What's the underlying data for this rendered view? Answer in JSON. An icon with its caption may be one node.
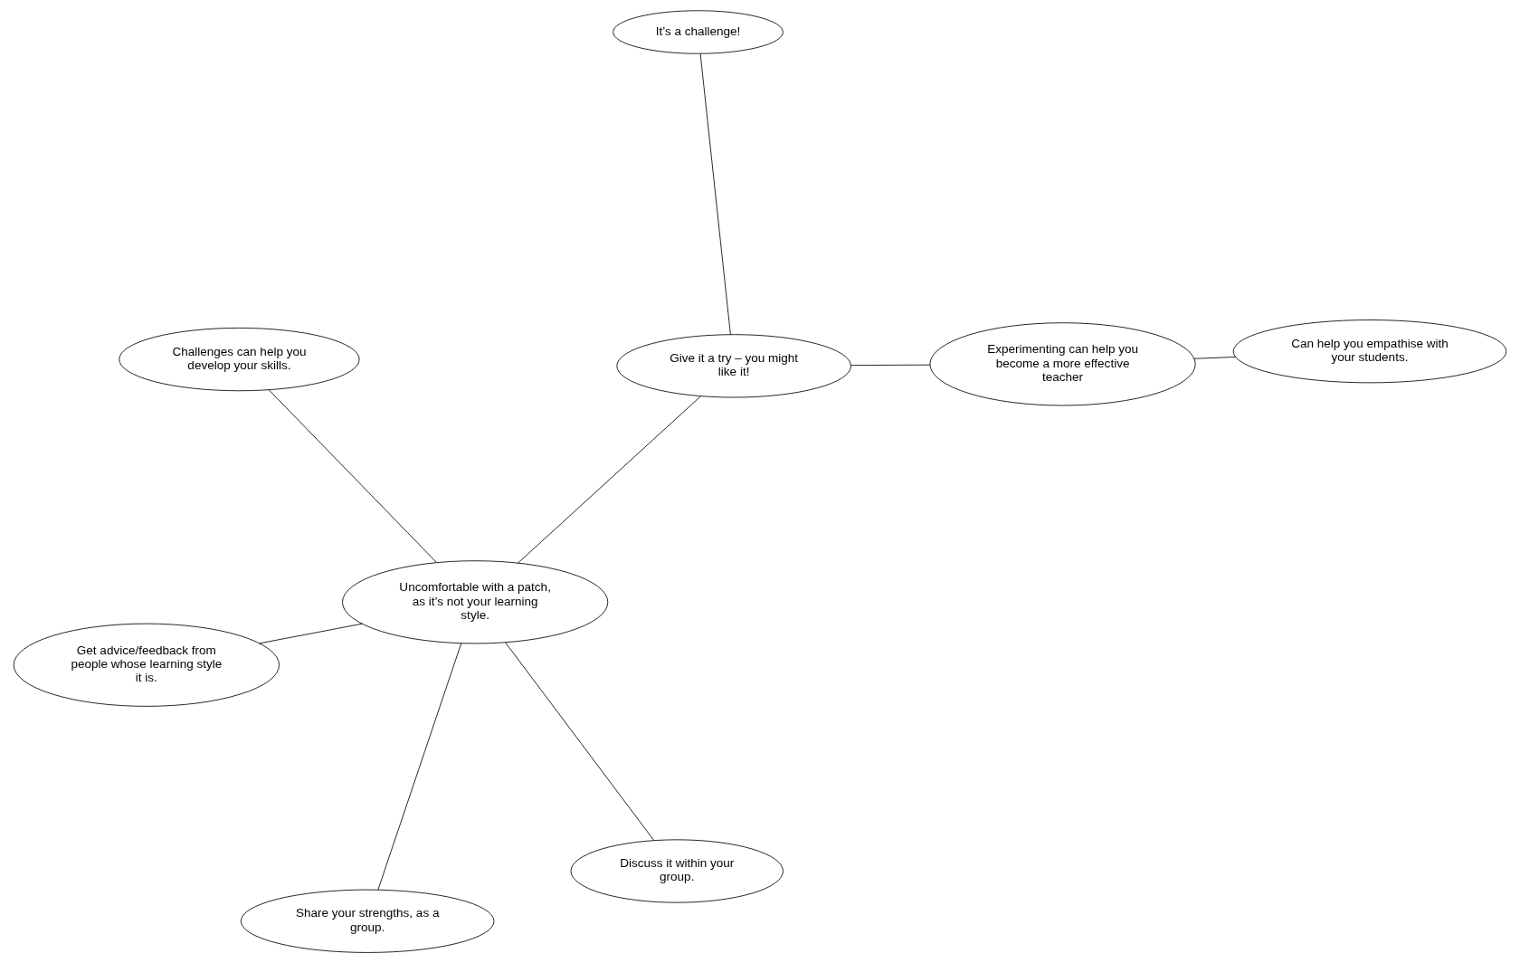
{
  "diagram": {
    "nodes": [
      {
        "text": [
          "Challenges can help you develop your skills."
        ]
      },
      {
        "text": [
          "Discuss it within your group."
        ]
      },
      {
        "text": [
          "Share your strengths, as a group."
        ]
      },
      {
        "text": [
          "It’s a challenge!"
        ]
      },
      {
        "text": [
          "Uncomfortable with a patch, as it’s not your learning style."
        ]
      },
      {
        "text": [
          "Give it a try – you might like it!"
        ]
      },
      {
        "text": [
          "Get advice/feedback from people whose learning style it is."
        ]
      },
      {
        "text": [
          "Experimenting can help you become a more effective teacher"
        ]
      },
      {
        "text": [
          "Can help you empathise with your students."
        ]
      }
    ],
    "edges": [
      {
        "from": 4,
        "to": 0,
        "arrow": "none"
      },
      {
        "from": 4,
        "to": 1,
        "arrow": "none"
      },
      {
        "from": 4,
        "to": 2,
        "arrow": "none"
      },
      {
        "from": 4,
        "to": 6,
        "arrow": "none"
      },
      {
        "from": 4,
        "to": 5,
        "arrow": "none"
      },
      {
        "from": 5,
        "to": 3,
        "arrow": "none"
      },
      {
        "from": 5,
        "to": 7,
        "arrow": "none"
      },
      {
        "from": 7,
        "to": 8,
        "arrow": "none"
      }
    ]
  }
}
